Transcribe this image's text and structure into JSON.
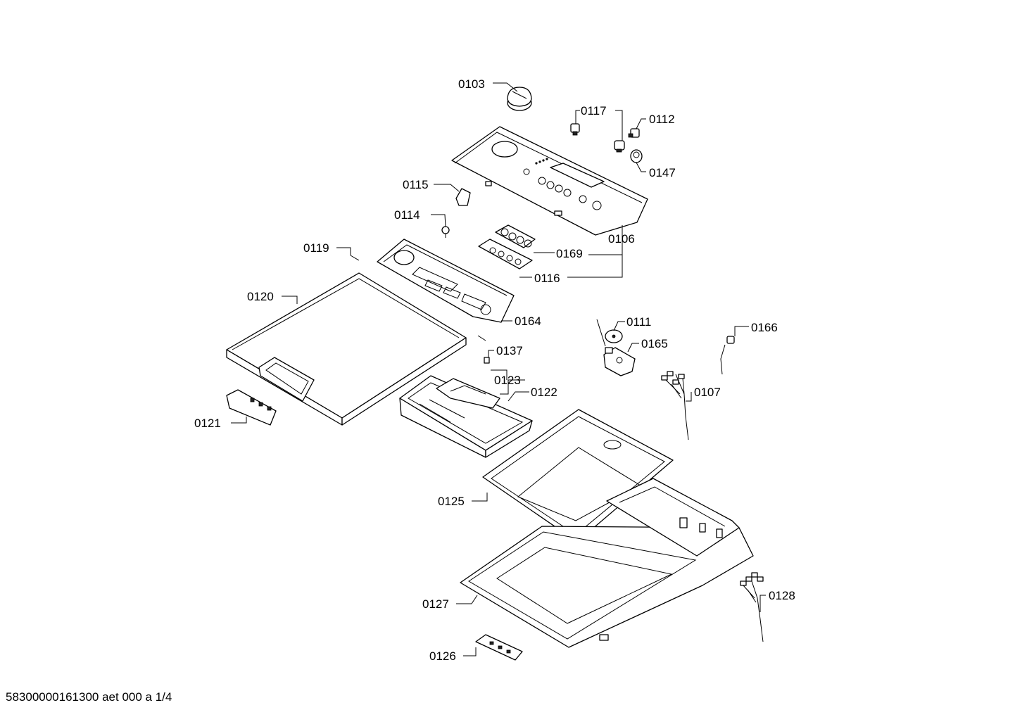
{
  "labels": {
    "p0103": "0103",
    "p0117": "0117",
    "p0112": "0112",
    "p0147": "0147",
    "p0115": "0115",
    "p0114": "0114",
    "p0119": "0119",
    "p0169": "0169",
    "p0106": "0106",
    "p0116": "0116",
    "p0120": "0120",
    "p0164": "0164",
    "p0111": "0111",
    "p0166": "0166",
    "p0165": "0165",
    "p0137": "0137",
    "p0123": "0123",
    "p0122": "0122",
    "p0107": "0107",
    "p0121": "0121",
    "p0125": "0125",
    "p0127": "0127",
    "p0128": "0128",
    "p0126": "0126"
  },
  "footer": "58300000161300 aet 000 a 1/4"
}
